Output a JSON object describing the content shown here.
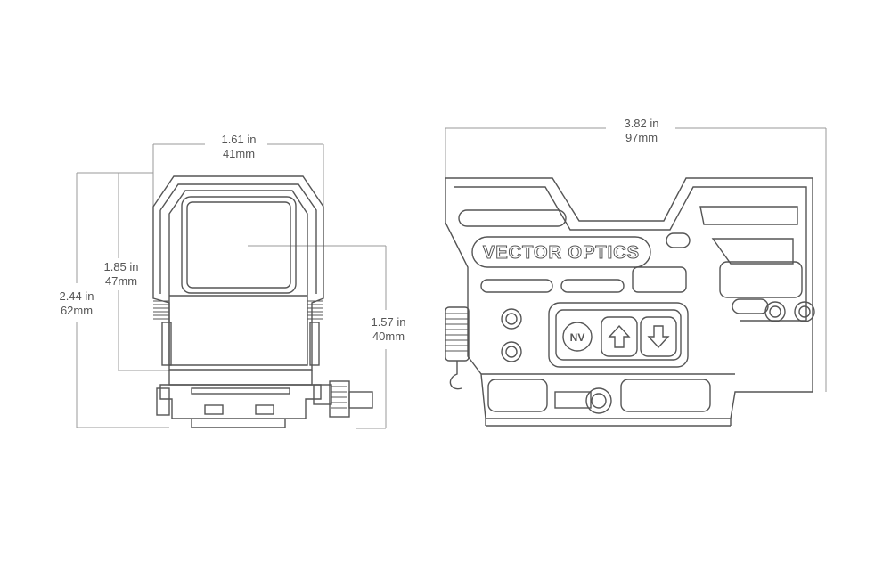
{
  "front_view": {
    "width": {
      "in": "1.61 in",
      "mm": "41mm"
    },
    "body_height": {
      "in": "1.85 in",
      "mm": "47mm"
    },
    "total_height": {
      "in": "2.44 in",
      "mm": "62mm"
    },
    "optical_height": {
      "in": "1.57 in",
      "mm": "40mm"
    }
  },
  "side_view": {
    "length": {
      "in": "3.82 in",
      "mm": "97mm"
    },
    "brand_text": "VECTOR OPTICS",
    "nv_button_label": "NV",
    "up_button": "arrow-up-icon",
    "down_button": "arrow-down-icon"
  },
  "colors": {
    "line": "#555555",
    "dim": "#999999"
  }
}
